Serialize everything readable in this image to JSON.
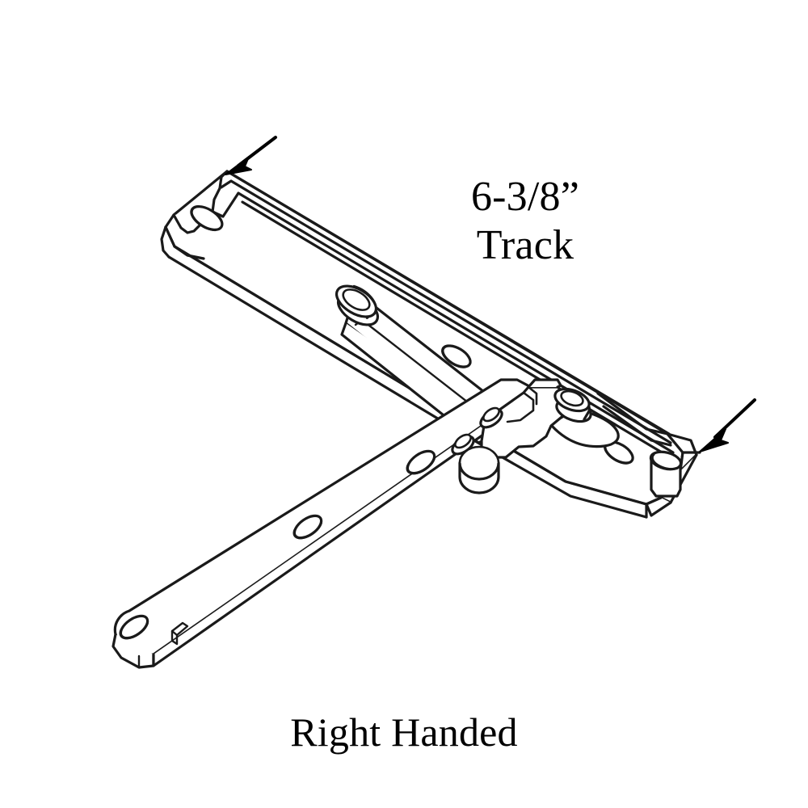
{
  "diagram": {
    "subject": "casement window hinge track assembly",
    "view": "isometric line drawing",
    "line_color": "#1a1a1a",
    "fill_color": "#ffffff",
    "background": "#ffffff"
  },
  "annotations": {
    "track_size": "6-3/8”",
    "track_word": "Track",
    "handing": "Right Handed"
  },
  "callouts": [
    {
      "name": "track-left-end-arrow",
      "points_to": "left end of track rail",
      "direction": "down-left"
    },
    {
      "name": "track-right-end-arrow",
      "points_to": "right end stop tab of track",
      "direction": "down-left"
    }
  ],
  "parts": [
    {
      "name": "track-channel",
      "label": "Track channel"
    },
    {
      "name": "track-mount-hole-left",
      "label": "Left mounting hole"
    },
    {
      "name": "track-mount-hole-mid",
      "label": "Middle mounting hole"
    },
    {
      "name": "track-mount-hole-right",
      "label": "Right mounting hole"
    },
    {
      "name": "track-end-stop-tab",
      "label": "End stop tab"
    },
    {
      "name": "slider-shoe",
      "label": "Slider shoe"
    },
    {
      "name": "link-arm",
      "label": "Link arm"
    },
    {
      "name": "pivot-rivet-top",
      "label": "Top pivot rivet"
    },
    {
      "name": "sash-arm",
      "label": "Sash arm"
    },
    {
      "name": "sash-arm-hole-end",
      "label": "Sash arm end hole"
    },
    {
      "name": "sash-arm-hole-mid",
      "label": "Sash arm middle hole"
    },
    {
      "name": "shoe-rivet-upper",
      "label": "Shoe upper rivet"
    },
    {
      "name": "shoe-rivet-lower",
      "label": "Shoe lower rivet"
    }
  ]
}
